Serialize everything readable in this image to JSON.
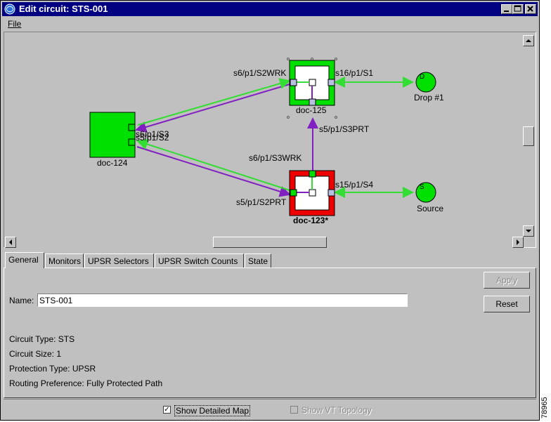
{
  "window": {
    "title": "Edit circuit: STS-001"
  },
  "menu": {
    "file": "File"
  },
  "map": {
    "nodes": {
      "doc124": "doc-124",
      "doc125": "doc-125",
      "doc123": "doc-123*"
    },
    "endpoints": {
      "drop_symbol": "D",
      "drop_label": "Drop #1",
      "source_symbol": "S",
      "source_label": "Source"
    },
    "ports": {
      "s6_s2wrk": "s6/p1/S2WRK",
      "s16_s1": "s16/p1/S1",
      "s5_s3prt": "s5/p1/S3PRT",
      "s6_s3wrk": "s6/p1/S3WRK",
      "s15_s4": "s15/p1/S4",
      "s5_s2prt": "s5/p1/S2PRT",
      "s6_s3": "s6/p1/S3",
      "s5_s2": "s5/p1/S2"
    },
    "colors": {
      "working_line": "#33dd33",
      "protect_line": "#8020c0",
      "node_green": "#00e000",
      "node_red": "#ee0000"
    }
  },
  "tabs": [
    "General",
    "Monitors",
    "UPSR Selectors",
    "UPSR Switch Counts",
    "State"
  ],
  "general": {
    "name_label": "Name:",
    "name_value": "STS-001",
    "apply_label": "Apply",
    "reset_label": "Reset",
    "circuit_type": "Circuit Type:  STS",
    "circuit_size": "Circuit Size:  1",
    "protection_type": "Protection Type:  UPSR",
    "routing_preference": "Routing Preference:  Fully Protected Path"
  },
  "bottom": {
    "show_detailed_map": "Show Detailed Map",
    "show_vt_topology": "Show VT Topology"
  },
  "figure_code": "78965"
}
